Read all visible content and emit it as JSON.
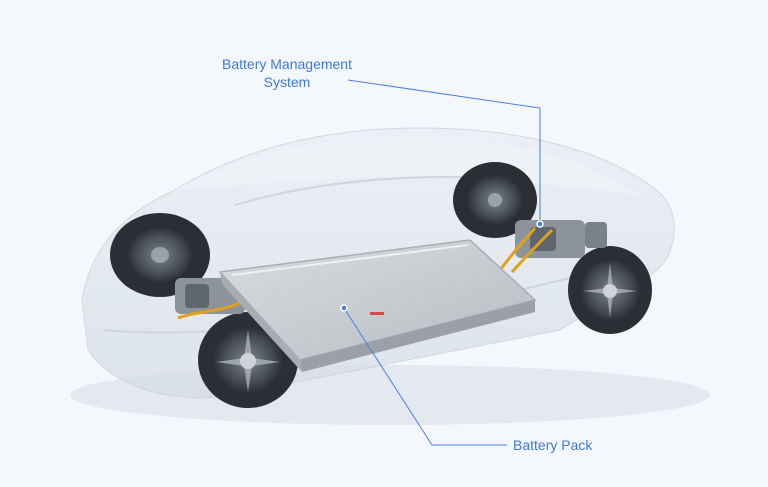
{
  "labels": {
    "bms_line1": "Battery Management",
    "bms_line2": "System",
    "battery_pack": "Battery Pack"
  },
  "colors": {
    "background": "#f4f8fc",
    "label": "#3d78e0",
    "leader_line": "#4a7fe0",
    "body_glass": "#dfe6ee",
    "battery": "#c9cdd2",
    "tire": "#2b2f35",
    "wiring": "#e0a21b"
  },
  "icons": [
    "car-chassis-illustration",
    "battery-pack-icon",
    "wheel-icon",
    "motor-icon"
  ]
}
